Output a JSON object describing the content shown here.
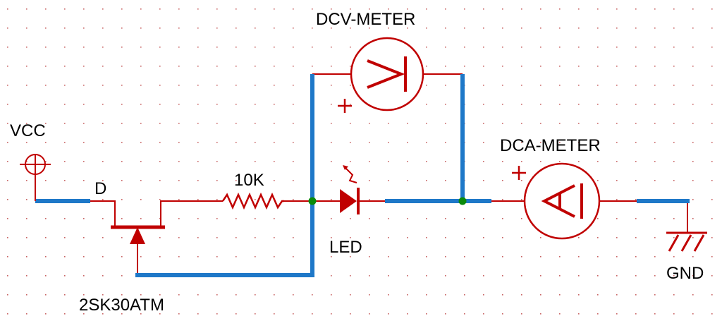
{
  "colors": {
    "background": "#ffffff",
    "grid_dot": "#c86464",
    "wire_thin": "#c00000",
    "component": "#c00000",
    "bus": "#1e78c8",
    "junction": "#0a8a0a",
    "text": "#000000"
  },
  "labels": {
    "vcc": "VCC",
    "drain": "D",
    "resistor": "10K",
    "dcv_meter": "DCV-METER",
    "voltmeter_symbol": "V",
    "dca_meter": "DCA-METER",
    "ammeter_symbol": "A",
    "led": "LED",
    "fet": "2SK30ATM",
    "gnd": "GND",
    "plus_voltmeter": "+",
    "plus_ammeter": "+"
  },
  "icons": {
    "vcc": "power-port-circle-icon",
    "fet": "jfet-icon",
    "resistor": "resistor-zigzag-icon",
    "led": "led-diode-icon",
    "voltmeter": "voltmeter-circle-icon",
    "ammeter": "ammeter-circle-icon",
    "gnd": "ground-hatched-icon"
  }
}
